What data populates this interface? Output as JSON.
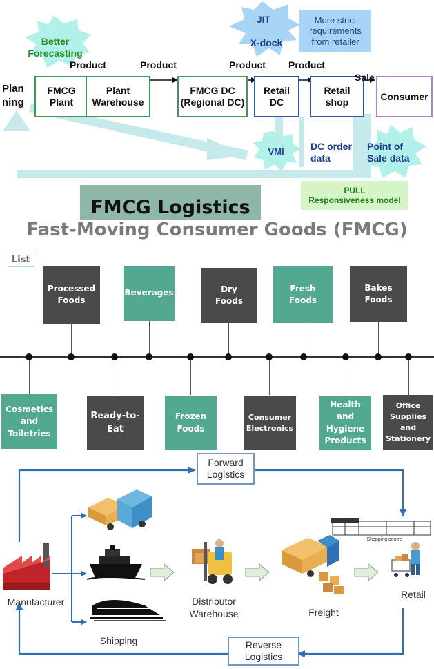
{
  "supply_chain": {
    "planning_label": "Plan\nning",
    "nodes": {
      "fmcg_plant": "FMCG\nPlant",
      "plant_warehouse": "Plant\nWarehouse",
      "fmcg_dc": "FMCG DC\n(Regional DC)",
      "retail_dc": "Retail\nDC",
      "retail_shop": "Retail\nshop",
      "consumer": "Consumer"
    },
    "arrow_labels": {
      "product_1": "Product",
      "product_2": "Product",
      "product_3": "Product",
      "product_4": "Product",
      "sale": "Sale"
    },
    "bursts": {
      "better_forecasting": "Better\nForecasting",
      "jit": "JIT",
      "xdock": "X-dock",
      "vmi": "VMI",
      "dc_order_data": "DC order\ndata",
      "pos_data": "Point of\nSale data"
    },
    "retailer_note": "More strict\nrequirements\nfrom retailer",
    "pull_note": "PULL\nResponsiveness model"
  },
  "heading": {
    "title": "FMCG Logistics",
    "subtitle": "Fast-Moving Consumer Goods (FMCG)"
  },
  "timeline": {
    "list_label": "List",
    "top": [
      {
        "label": "Processed\nFoods",
        "color": "dark"
      },
      {
        "label": "Beverages",
        "color": "teal"
      },
      {
        "label": "Dry\nFoods",
        "color": "dark"
      },
      {
        "label": "Fresh\nFoods",
        "color": "teal"
      },
      {
        "label": "Bakes\nFoods",
        "color": "dark"
      }
    ],
    "bottom": [
      {
        "label": "Cosmetics\nand\nToiletries",
        "color": "teal"
      },
      {
        "label": "Ready-to-\nEat",
        "color": "dark"
      },
      {
        "label": "Frozen\nFoods",
        "color": "teal"
      },
      {
        "label": "Consumer\nElectronics",
        "color": "dark"
      },
      {
        "label": "Health and\nHygiene\nProducts",
        "color": "teal"
      },
      {
        "label": "Office\nSupplies\nand\nStationery",
        "color": "dark"
      }
    ]
  },
  "logistics": {
    "forward": "Forward\nLogistics",
    "reverse": "Reverse\nLogistics",
    "manufacturer": "Manufacturer",
    "shipping": "Shipping",
    "distributor": "Distributor\nWarehouse",
    "freight": "Freight",
    "retail": "Retail",
    "shopping_centre": "Shopping centre"
  },
  "colors": {
    "green_border": "#3a9a5a",
    "blue_border": "#3355aa",
    "purple_border": "#b47fd0",
    "light_cyan": "#c6e9ec",
    "burst_blue": "#a8d4f5",
    "teal": "#52a891",
    "dark_gray": "#4a4a4a",
    "flow_blue": "#2f6fb3"
  }
}
